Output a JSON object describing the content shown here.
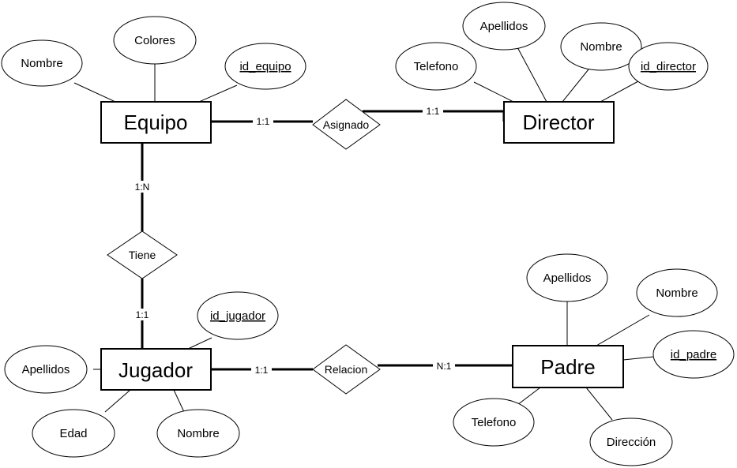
{
  "entities": {
    "equipo": "Equipo",
    "director": "Director",
    "jugador": "Jugador",
    "padre": "Padre"
  },
  "relationships": {
    "asignado": "Asignado",
    "tiene": "Tiene",
    "relacion": "Relacion"
  },
  "attributes": {
    "equipo": {
      "nombre": "Nombre",
      "colores": "Colores",
      "id": "id_equipo"
    },
    "director": {
      "telefono": "Telefono",
      "apellidos": "Apellidos",
      "nombre": "Nombre",
      "id": "id_director"
    },
    "jugador": {
      "id": "id_jugador",
      "apellidos": "Apellidos",
      "edad": "Edad",
      "nombre": "Nombre"
    },
    "padre": {
      "apellidos": "Apellidos",
      "nombre": "Nombre",
      "id": "id_padre",
      "telefono": "Telefono",
      "direccion": "Dirección"
    }
  },
  "cardinalities": {
    "equipo_asignado": "1:1",
    "asignado_director": "1:1",
    "equipo_tiene": "1:N",
    "tiene_jugador": "1:1",
    "jugador_relacion": "1:1",
    "relacion_padre": "N:1"
  }
}
